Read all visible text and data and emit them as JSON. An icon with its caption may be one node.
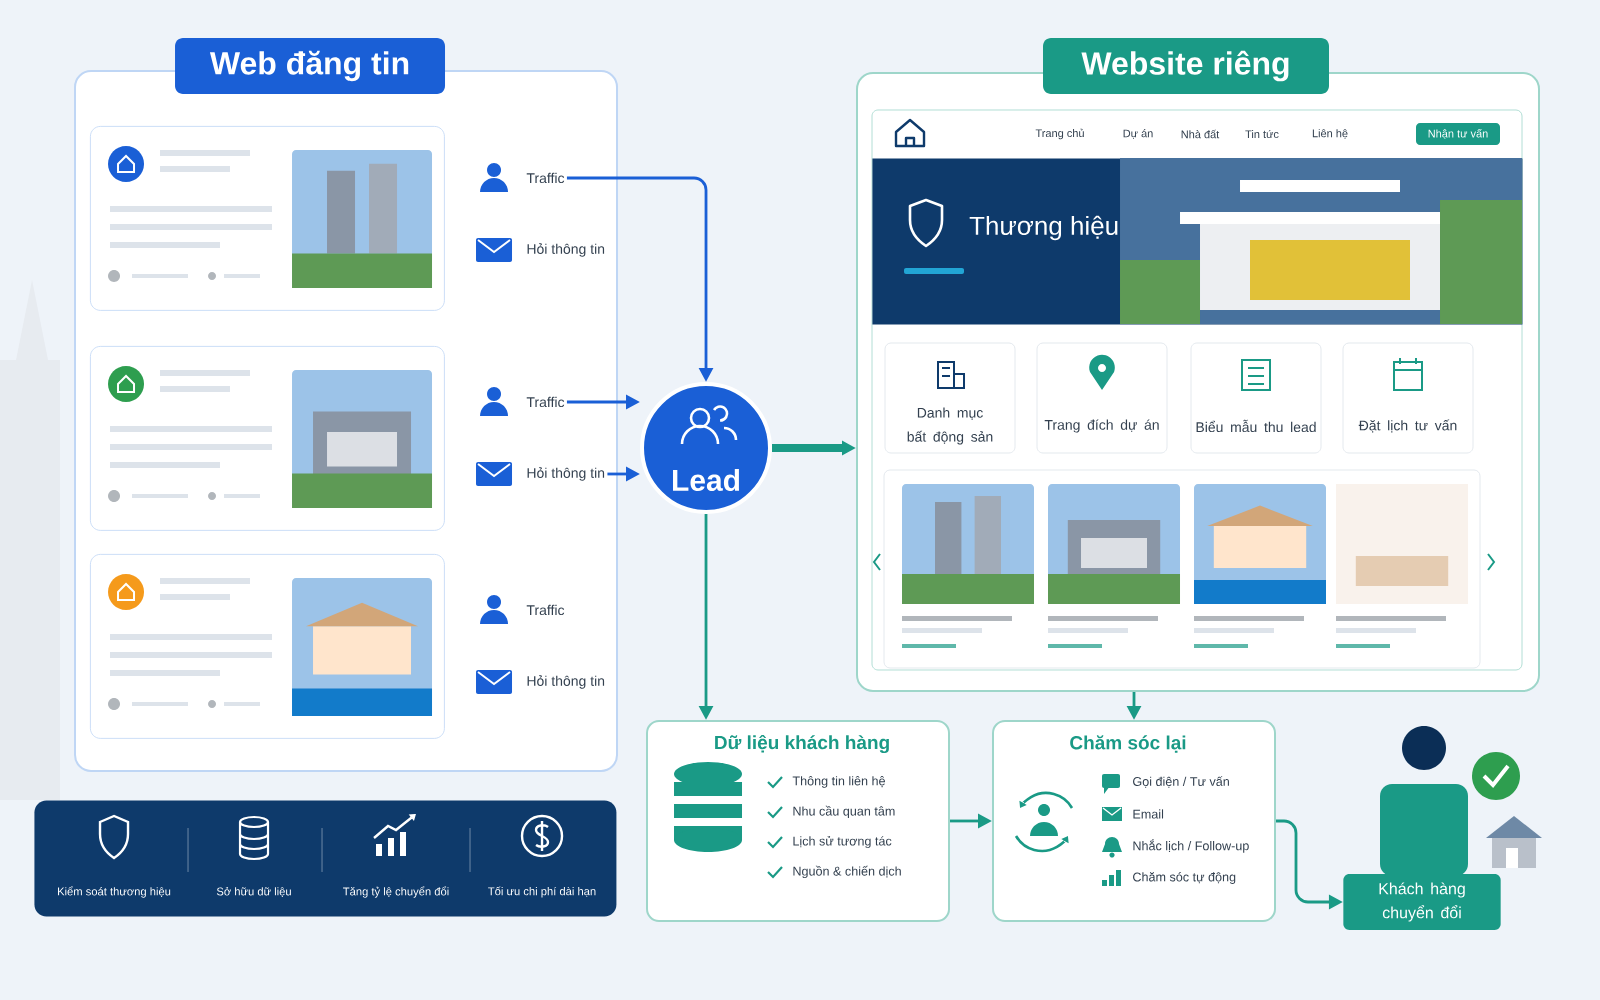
{
  "diagram": {
    "nodes": [
      {
        "text": [
          "Web đăng tin"
        ]
      },
      {
        "text": [],
        "shape": "box",
        "in": 0
      },
      {
        "text": [],
        "shape": "box",
        "in": 0
      },
      {
        "text": [],
        "shape": "box",
        "in": 0
      },
      {
        "text": [
          "Traffic"
        ],
        "in": 0
      },
      {
        "text": [
          "Hỏi thông tin"
        ],
        "in": 0
      },
      {
        "text": [
          "Traffic"
        ],
        "in": 0
      },
      {
        "text": [
          "Hỏi thông tin"
        ],
        "in": 0
      },
      {
        "text": [
          "Traffic"
        ],
        "in": 0
      },
      {
        "text": [
          "Hỏi thông tin"
        ],
        "in": 0
      },
      {
        "text": [
          "Lead"
        ]
      },
      {
        "text": [
          "Website riêng"
        ]
      },
      {
        "text": [
          "Nhận tư vấn"
        ],
        "in": 11
      },
      {
        "text": [
          "Thương hiệu"
        ],
        "in": 11
      },
      {
        "text": [
          "Danh mục bất động sản"
        ],
        "in": 11
      },
      {
        "text": [
          "Trang đích dự án"
        ],
        "in": 11
      },
      {
        "text": [
          "Biểu mẫu thu lead"
        ],
        "in": 11
      },
      {
        "text": [
          "Đặt lịch tư vấn"
        ],
        "in": 11
      },
      {
        "text": [
          "Kiểm soát thương hiệu",
          "Sở hữu dữ liệu",
          "Tăng tỷ lệ chuyển đổi",
          "Tối ưu chi phí dài hạn"
        ]
      },
      {
        "text": [
          "Dữ liệu khách hàng",
          "Thông tin liên hệ",
          "Nhu cầu quan tâm",
          "Lịch sử tương tác",
          "Nguồn & chiến dịch"
        ]
      },
      {
        "text": [
          "Chăm sóc lại",
          "Gọi điện / Tư vấn",
          "Email",
          "Nhắc lịch / Follow-up",
          "Chăm sóc tự động"
        ]
      },
      {
        "text": [
          "Khách hàng chuyển đổi"
        ]
      }
    ],
    "edges": [
      {
        "from": 4,
        "to": 10,
        "arrow": "to",
        "color": "#1a5fd6"
      },
      {
        "from": 6,
        "to": 10,
        "arrow": "to",
        "color": "#1a5fd6"
      },
      {
        "from": 7,
        "to": 10,
        "arrow": "to",
        "color": "#1a5fd6"
      },
      {
        "from": 10,
        "to": 11,
        "arrow": "to",
        "style": "thick"
      },
      {
        "from": 10,
        "to": 19,
        "arrow": "to"
      },
      {
        "from": 11,
        "to": 20,
        "arrow": "to"
      },
      {
        "from": 19,
        "to": 20,
        "arrow": "to"
      },
      {
        "from": 20,
        "to": 21,
        "arrow": "to"
      }
    ],
    "labels": [
      "Trang chủ",
      "Dự án",
      "Nhà đất",
      "Tin tức",
      "Liên hệ"
    ]
  }
}
